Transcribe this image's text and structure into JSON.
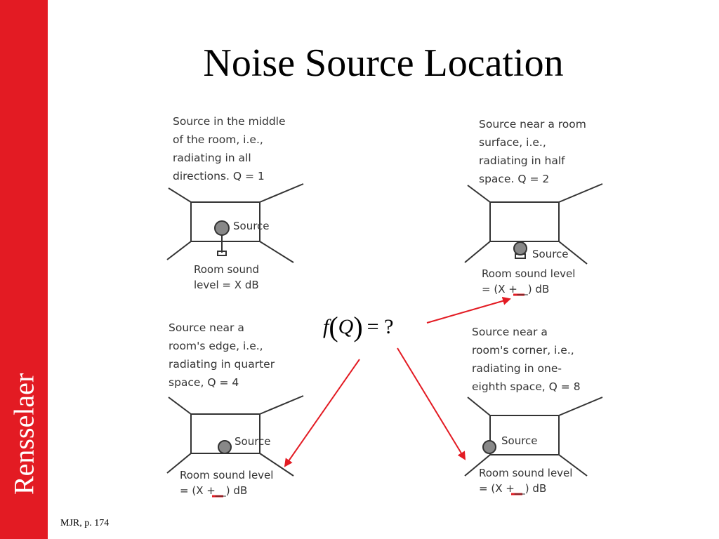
{
  "sidebar": {
    "label": "Rensselaer",
    "color": "#e31b23"
  },
  "title": "Noise Source Location",
  "panels": {
    "middle": {
      "caption": "Source in the middle\nof the room, i.e.,\nradiating in all\ndirections.  Q = 1",
      "source_label": "Source",
      "level_line1": "Room sound",
      "level_line2": "level = X dB"
    },
    "surface": {
      "caption": "Source near a room\nsurface, i.e.,\nradiating in half\nspace.  Q = 2",
      "source_label": "Source",
      "level_line1": "Room sound level",
      "level_line2": "= (X +__) dB"
    },
    "edge": {
      "caption": "Source near a\nroom's edge, i.e.,\nradiating in quarter\nspace, Q = 4",
      "source_label": "Source",
      "level_line1": "Room sound level",
      "level_line2": "= (X +__) dB"
    },
    "corner": {
      "caption": "Source near a\nroom's corner, i.e.,\nradiating in one-\neighth space, Q = 8",
      "source_label": "Source",
      "level_line1": "Room sound level",
      "level_line2": "= (X +__) dB"
    }
  },
  "formula": {
    "f": "f",
    "q": "Q",
    "rest": "= ?"
  },
  "citation": "MJR, p. 174",
  "colors": {
    "arrow": "#e31b23",
    "blank": "#e31b23",
    "sketch": "#333333"
  }
}
